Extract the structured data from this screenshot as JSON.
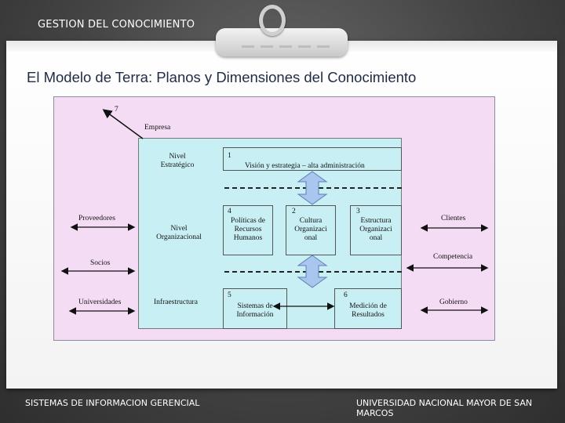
{
  "header": {
    "title": "GESTION DEL CONOCIMIENTO"
  },
  "slide": {
    "title": "El Modelo de Terra: Planos y Dimensiones del Conocimiento"
  },
  "diagram": {
    "label_7": "7",
    "empresa": "Empresa",
    "nivel_estrategico": [
      "Nivel",
      "Estratégico"
    ],
    "nivel_organizacional": [
      "Nivel",
      "Organizacional"
    ],
    "infraestructura": "Infraestructura",
    "box1": {
      "num": "1",
      "text": "Visión y estrategia – alta administración"
    },
    "box4": {
      "num": "4",
      "lines": [
        "Políticas de",
        "Recursos",
        "Humanos"
      ]
    },
    "box2": {
      "num": "2",
      "lines": [
        "Cultura",
        "Organizaci",
        "onal"
      ]
    },
    "box3": {
      "num": "3",
      "lines": [
        "Estructura",
        "Organizaci",
        "onal"
      ]
    },
    "box5": {
      "num": "5",
      "lines": [
        "Sistemas de",
        "Información"
      ]
    },
    "box6": {
      "num": "6",
      "lines": [
        "Medición de",
        "Resultados"
      ]
    },
    "left": {
      "proveedores": "Proveedores",
      "socios": "Socios",
      "universidades": "Universidades"
    },
    "right": {
      "clientes": "Clientes",
      "competencia": "Competencia",
      "gobierno": "Gobierno"
    },
    "colors": {
      "outer_bg": "#f5dcf5",
      "inner_bg": "#c8f0f4",
      "arrow_fill": "#a9c6ee"
    }
  },
  "footer": {
    "left": "SISTEMAS DE INFORMACION GERENCIAL",
    "right": "UNIVERSIDAD NACIONAL MAYOR DE SAN MARCOS"
  }
}
